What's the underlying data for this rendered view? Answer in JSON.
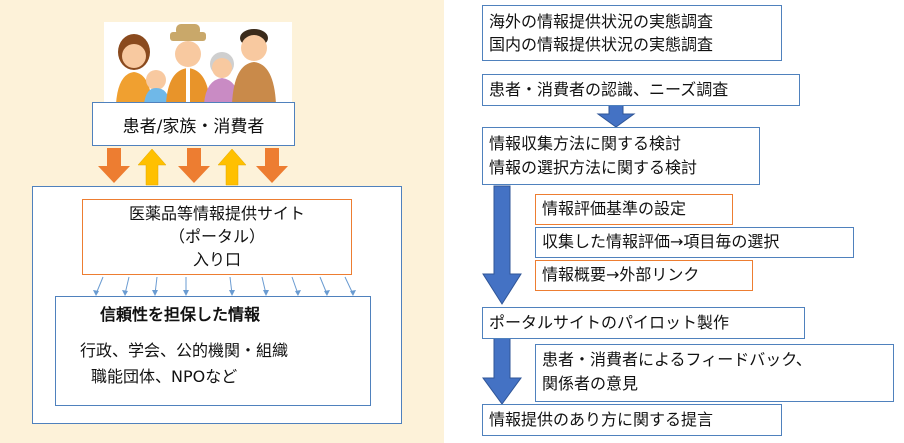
{
  "left": {
    "patient_label": "患者/家族・消費者",
    "portal": {
      "line1": "医薬品等情報提供サイト",
      "line2": "（ポータル）",
      "line3": "入り口"
    },
    "reliable": {
      "title": "信頼性を担保した情報",
      "line1": "行政、学会、公的機関・組織",
      "line2": "職能団体、NPOなど"
    }
  },
  "right": {
    "survey": {
      "line1": "海外の情報提供状況の実態調査",
      "line2": "国内の情報提供状況の実態調査"
    },
    "needs": "患者・消費者の認識、ニーズ調査",
    "collection": {
      "line1": "情報収集方法に関する検討",
      "line2": "情報の選択方法に関する検討"
    },
    "criteria": "情報評価基準の設定",
    "evaluation": "収集した情報評価→項目毎の選択",
    "summary": "情報概要→外部リンク",
    "pilot": "ポータルサイトのパイロット製作",
    "feedback": {
      "line1": "患者・消費者によるフィードバック、",
      "line2": "関係者の意見"
    },
    "proposal": "情報提供のあり方に関する提言"
  },
  "colors": {
    "panel_bg": "#fdf2d9",
    "blue_border": "#4f81bd",
    "orange": "#ed7d31",
    "yellow": "#ffc000",
    "arrow_blue": "#4472c4"
  }
}
